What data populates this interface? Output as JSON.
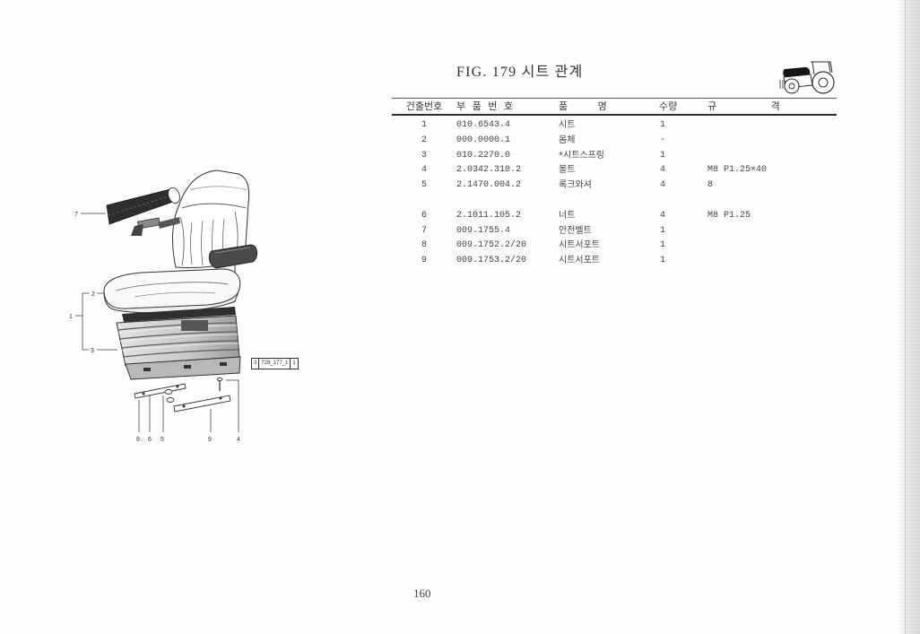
{
  "page": {
    "title": "FIG. 179 시트 관계",
    "page_number": "160"
  },
  "table": {
    "headers": {
      "item_no": "건출번호",
      "part_no": "부 품 번 호",
      "part_name": "품 명",
      "quantity": "수량",
      "spec": "규 격"
    },
    "rows": [
      {
        "no": "1",
        "part_no": "010.6543.4",
        "name": "시트",
        "qty": "1"
      },
      {
        "no": "2",
        "part_no": "000.0000.1",
        "name": "몸체",
        "qty": "-"
      },
      {
        "no": "3",
        "part_no": "010.2270.0",
        "name": "*시트스프링",
        "qty": "1"
      },
      {
        "no": "4",
        "part_no": "2.0342.310.2",
        "name": "볼트",
        "qty": "4",
        "spec": "M8 P1.25×40"
      },
      {
        "no": "5",
        "part_no": "2.1470.004.2",
        "name": "록크와셔",
        "qty": "4",
        "spec": "8"
      },
      {
        "no": "6",
        "part_no": "2.1011.105.2",
        "name": "너트",
        "qty": "4",
        "spec": "M8 P1.25"
      },
      {
        "no": "7",
        "part_no": "009.1755.4",
        "name": "안전벨트",
        "qty": "1"
      },
      {
        "no": "8",
        "part_no": "009.1752.2/20",
        "name": "시트서포트",
        "qty": "1"
      },
      {
        "no": "9",
        "part_no": "009.1753.2/20",
        "name": "시트서포트",
        "qty": "1"
      }
    ]
  },
  "illustration": {
    "callouts": {
      "seat": "1",
      "body": "2",
      "seat_spring": "3",
      "bolt": "4",
      "lock_washer": "5",
      "nut": "6",
      "safety_belt": "7",
      "seat_support_a": "8",
      "seat_support_b": "9"
    },
    "reference_code": {
      "left": "3",
      "middle": "728_177_1",
      "right": "1"
    },
    "icon": "tractor-seat-icon"
  },
  "colors": {
    "ink": "#3a3a3a",
    "rule": "#2e2e2e",
    "scan_edge": "#dcdcdc"
  }
}
